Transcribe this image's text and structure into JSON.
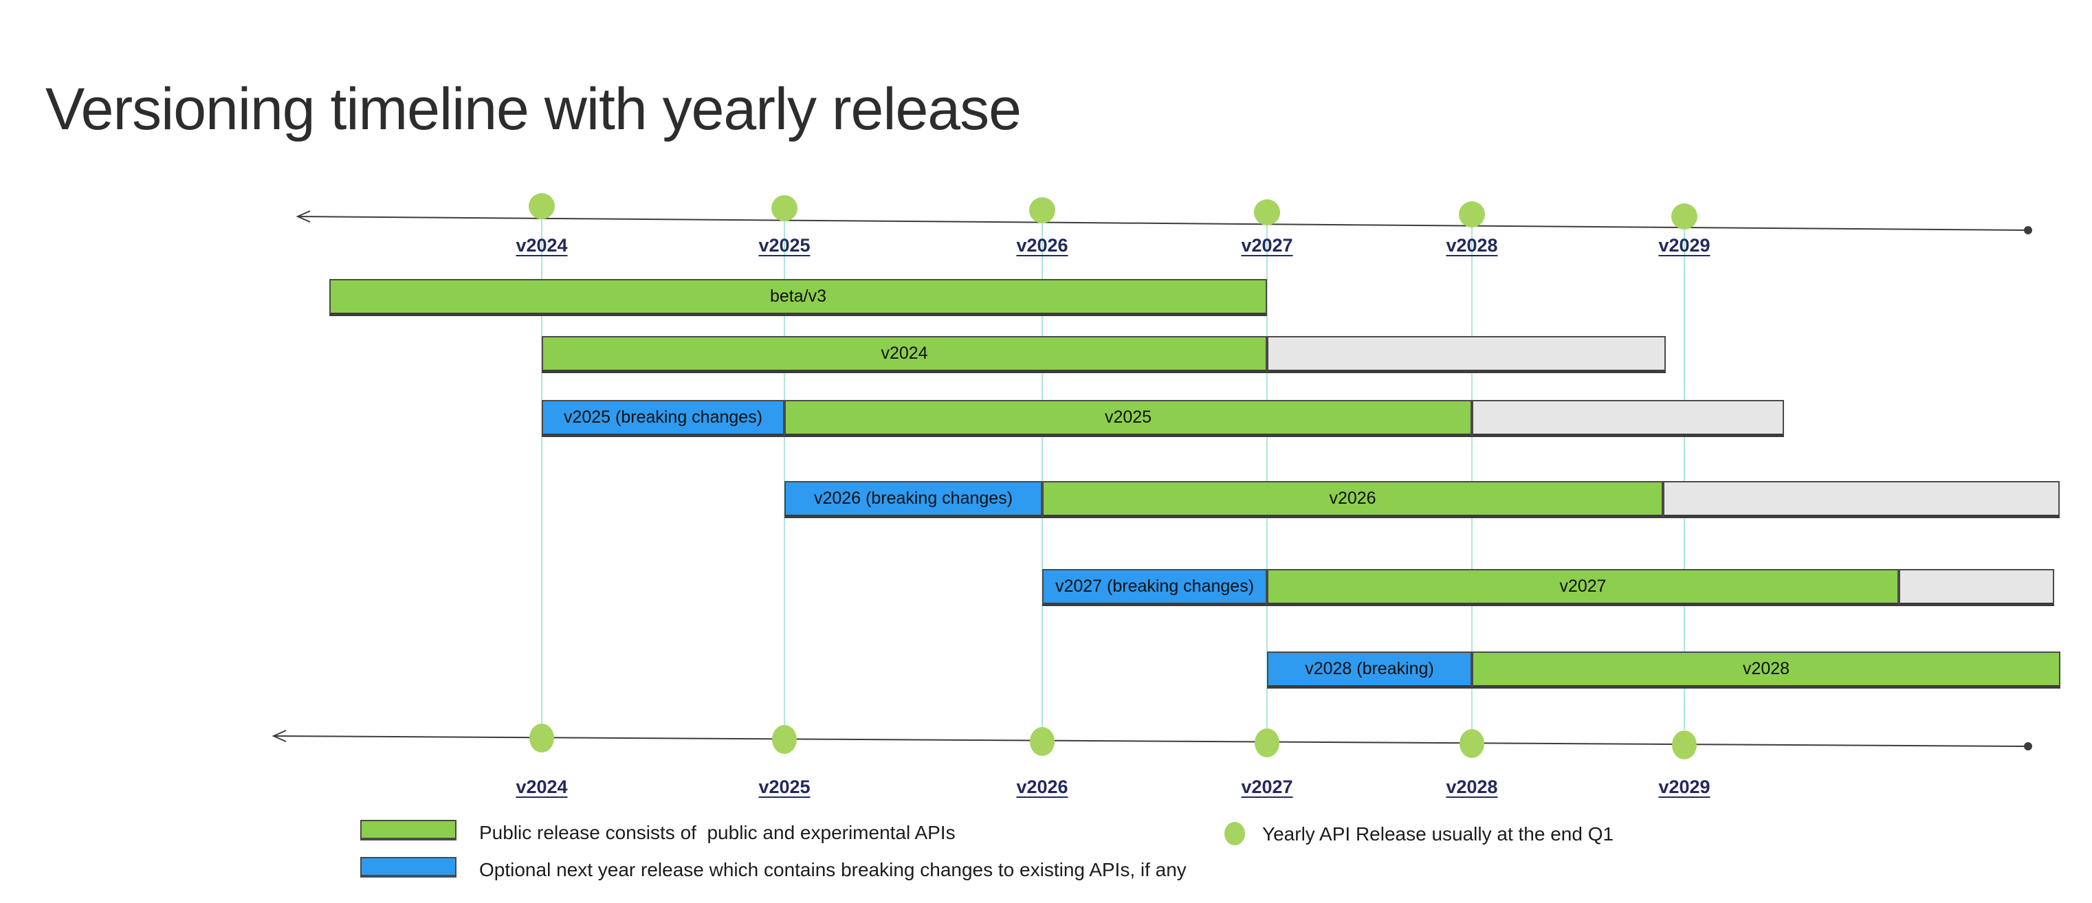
{
  "title": "Versioning timeline with yearly release",
  "years": [
    "v2024",
    "v2025",
    "v2026",
    "v2027",
    "v2028",
    "v2029"
  ],
  "rows": [
    {
      "name": "beta-v3",
      "segments": [
        {
          "kind": "public",
          "label": "beta/v3"
        }
      ]
    },
    {
      "name": "v2024",
      "segments": [
        {
          "kind": "public",
          "label": "v2024"
        },
        {
          "kind": "extended",
          "label": ""
        }
      ]
    },
    {
      "name": "v2025",
      "segments": [
        {
          "kind": "breaking",
          "label": "v2025 (breaking changes)"
        },
        {
          "kind": "public",
          "label": "v2025"
        },
        {
          "kind": "extended",
          "label": ""
        }
      ]
    },
    {
      "name": "v2026",
      "segments": [
        {
          "kind": "breaking",
          "label": "v2026 (breaking changes)"
        },
        {
          "kind": "public",
          "label": "v2026"
        },
        {
          "kind": "extended",
          "label": ""
        }
      ]
    },
    {
      "name": "v2027",
      "segments": [
        {
          "kind": "breaking",
          "label": "v2027 (breaking changes)"
        },
        {
          "kind": "public",
          "label": "v2027"
        },
        {
          "kind": "extended",
          "label": ""
        }
      ]
    },
    {
      "name": "v2028",
      "segments": [
        {
          "kind": "breaking",
          "label": "v2028 (breaking)"
        },
        {
          "kind": "public",
          "label": "v2028"
        }
      ]
    }
  ],
  "legend": {
    "public_label": "Public release consists of  public and experimental APIs",
    "breaking_label": "Optional next year release which contains breaking changes to existing APIs, if any",
    "yearly_release_label": "Yearly API Release usually at the end Q1"
  },
  "colors": {
    "public_green": "#8CCE4D",
    "breaking_blue": "#2E9BF0",
    "extended_gray": "#E6E6E6",
    "release_dot_green": "#A6D45F",
    "gridline_cyan": "#ADE6DE",
    "year_label_navy": "#22295C",
    "axis_gray": "#3d3d3d"
  }
}
